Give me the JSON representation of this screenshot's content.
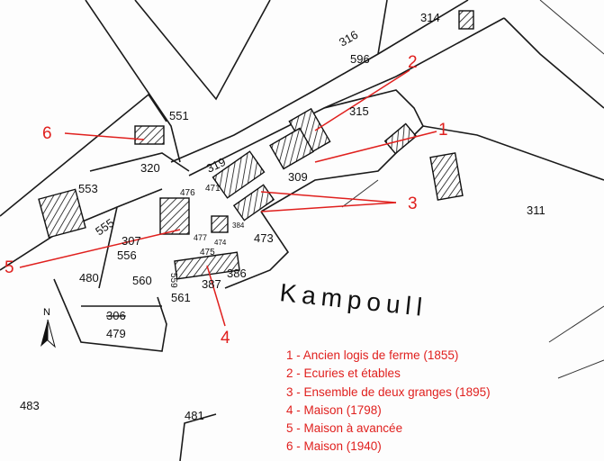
{
  "place_name": "Kampoull",
  "north_label": "N",
  "parcels": {
    "p314": "314",
    "p316": "316",
    "p596": "596",
    "p315": "315",
    "p551": "551",
    "p320": "320",
    "p319": "319",
    "p309": "309",
    "p553": "553",
    "p476": "476",
    "p471": "471",
    "p555": "555",
    "p307": "307",
    "p556": "556",
    "p473": "473",
    "p311": "311",
    "p480": "480",
    "p560": "560",
    "p561": "561",
    "p559": "559",
    "p387": "387",
    "p386": "386",
    "p306": "306",
    "p479": "479",
    "p483": "483",
    "p481": "481",
    "p474": "474",
    "p475": "475",
    "p384": "384",
    "p477": "477"
  },
  "callouts": [
    "1",
    "2",
    "3",
    "4",
    "5",
    "6"
  ],
  "legend": [
    "1 - Ancien logis de ferme (1855)",
    "2 - Ecuries et étables",
    "3 - Ensemble de deux granges (1895)",
    "4 - Maison (1798)",
    "5 - Maison à avancée",
    "6 - Maison (1940)"
  ],
  "colors": {
    "annotation": "#e0201e",
    "lines": "#1a1a1a"
  }
}
